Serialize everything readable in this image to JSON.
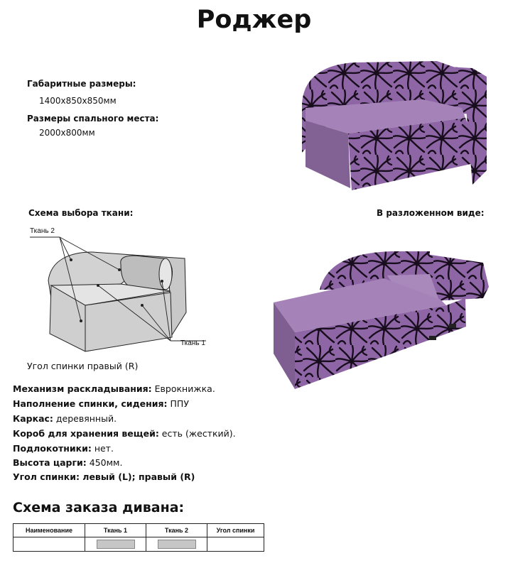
{
  "title": "Роджер",
  "dimensions": {
    "overall_label": "Габаритные размеры:",
    "overall_value": "1400х850х850мм",
    "sleeping_label": "Размеры спального места:",
    "sleeping_value": "2000х800мм"
  },
  "fabric_scheme": {
    "heading": "Схема выбора ткани:",
    "fabric2_label": "Ткань 2",
    "fabric1_label": "Ткань 1",
    "caption": "Угол спинки правый (R)"
  },
  "unfolded_heading": "В разложенном виде:",
  "specs": [
    {
      "label": "Механизм раскладывания:",
      "value": " Еврокнижка."
    },
    {
      "label": "Наполнение спинки, сидения:",
      "value": " ППУ"
    },
    {
      "label": "Каркас:",
      "value": " деревянный."
    },
    {
      "label": "Короб для хранения вещей:",
      "value": " есть (жесткий)."
    },
    {
      "label": "Подлокотники:",
      "value": " нет."
    },
    {
      "label": "Высота царги:",
      "value": " 450мм."
    },
    {
      "label": "Угол спинки: левый (L); правый (R)",
      "value": ""
    }
  ],
  "order": {
    "heading": "Схема заказа дивана:",
    "columns": [
      "Наименование",
      "Ткань 1",
      "Ткань 2",
      "Угол спинки"
    ]
  },
  "colors": {
    "plain_fabric": "#9f78b4",
    "pattern_base": "#8f66a8",
    "pattern_ink": "#1a0f1f",
    "sketch_fill": "#d2d2d2"
  }
}
